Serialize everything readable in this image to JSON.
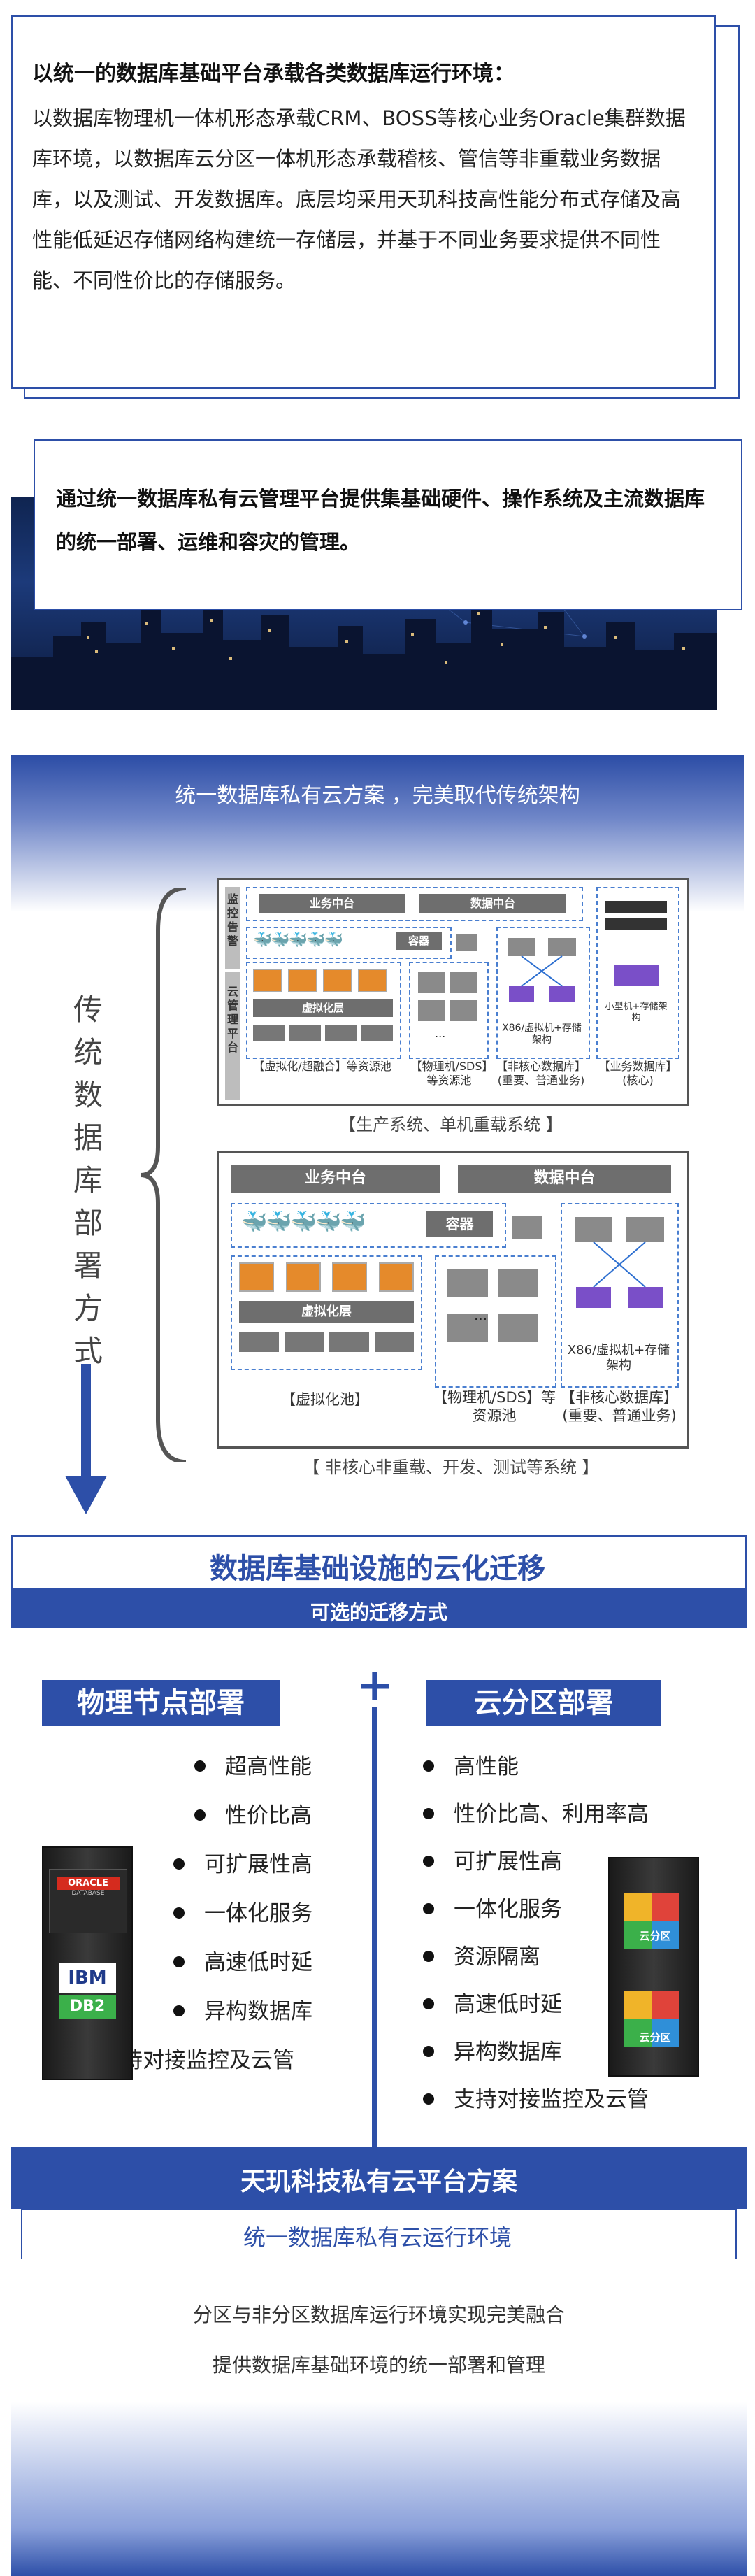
{
  "section1": {
    "title": "以统一的数据库基础平台承载各类数据库运行环境：",
    "body": "以数据库物理机一体机形态承载CRM、BOSS等核心业务Oracle集群数据库环境，以数据库云分区一体机形态承载稽核、管信等非重载业务数据库，以及测试、开发数据库。底层均采用天玑科技高性能分布式存储及高性能低延迟存储网络构建统一存储层，并基于不同业务要求提供不同性能、不同性价比的存储服务。"
  },
  "section2": {
    "body": "通过统一数据库私有云管理平台提供集基础硬件、操作系统及主流数据库的统一部署、运维和容灾的管理。"
  },
  "section3": {
    "title": "统一数据库私有云方案 ，完美取代传统架构",
    "vertical_label": [
      "传",
      "统",
      "数",
      "据",
      "库",
      "部",
      "署",
      "方",
      "式"
    ],
    "top_panel": {
      "side_labels": [
        "监控告警",
        "云管理平台"
      ],
      "business_bar": "业务中台",
      "data_bar": "数据中台",
      "container": "容器",
      "virtual_layer": "虚拟化层",
      "ellipsis": "...",
      "label_virtual": "【虚拟化/超融合】等资源池",
      "label_physical": "【物理机/SDS】等资源池",
      "label_noncore": "【非核心数据库】(重要、普通业务)",
      "label_x86": "X86/虚拟机+存储架构",
      "label_small": "小型机+存储架构",
      "label_business_db": "【业务数据库】(核心)",
      "caption": "【生产系统、单机重载系统 】"
    },
    "bottom_panel": {
      "business_bar": "业务中台",
      "data_bar": "数据中台",
      "container": "容器",
      "virtual_layer": "虚拟化层",
      "ellipsis": "...",
      "label_virtual": "【虚拟化池】",
      "label_physical": "【物理机/SDS】等资源池",
      "label_noncore": "【非核心数据库】(重要、普通业务)",
      "label_x86": "X86/虚拟机+存储架构",
      "caption": "【 非核心非重载、开发、测试等系统 】"
    }
  },
  "section4": {
    "title": "数据库基础设施的云化迁移",
    "subtitle": "可选的迁移方式",
    "plus": "+",
    "left_tab": "物理节点部署",
    "right_tab": "云分区部署",
    "left_features": [
      "超高性能",
      "性价比高",
      "可扩展性高",
      "一体化服务",
      "高速低时延",
      "异构数据库",
      "支持对接监控及云管"
    ],
    "right_features": [
      "高性能",
      "性价比高、利用率高",
      "可扩展性高",
      "一体化服务",
      "资源隔离",
      "高速低时延",
      "异构数据库",
      "支持对接监控及云管"
    ],
    "left_device": {
      "oracle": "ORACLE",
      "oracle_sub": "DATABASE",
      "ibm": "IBM",
      "db2": "DB2"
    },
    "right_device": {
      "label_top": "云分区",
      "label_bottom": "云分区"
    }
  },
  "section5": {
    "title": "天玑科技私有云平台方案",
    "subtitle": "统一数据库私有云运行环境"
  },
  "section6": {
    "line1": "分区与非分区数据库运行环境实现完美融合",
    "line2": "提供数据库基础环境的统一部署和管理"
  },
  "colors": {
    "primary": "#2d4fa8",
    "container_blue": "#4a7fd0",
    "bar_gray": "#6e6e6e",
    "orange_vm": "#e58a2b"
  }
}
